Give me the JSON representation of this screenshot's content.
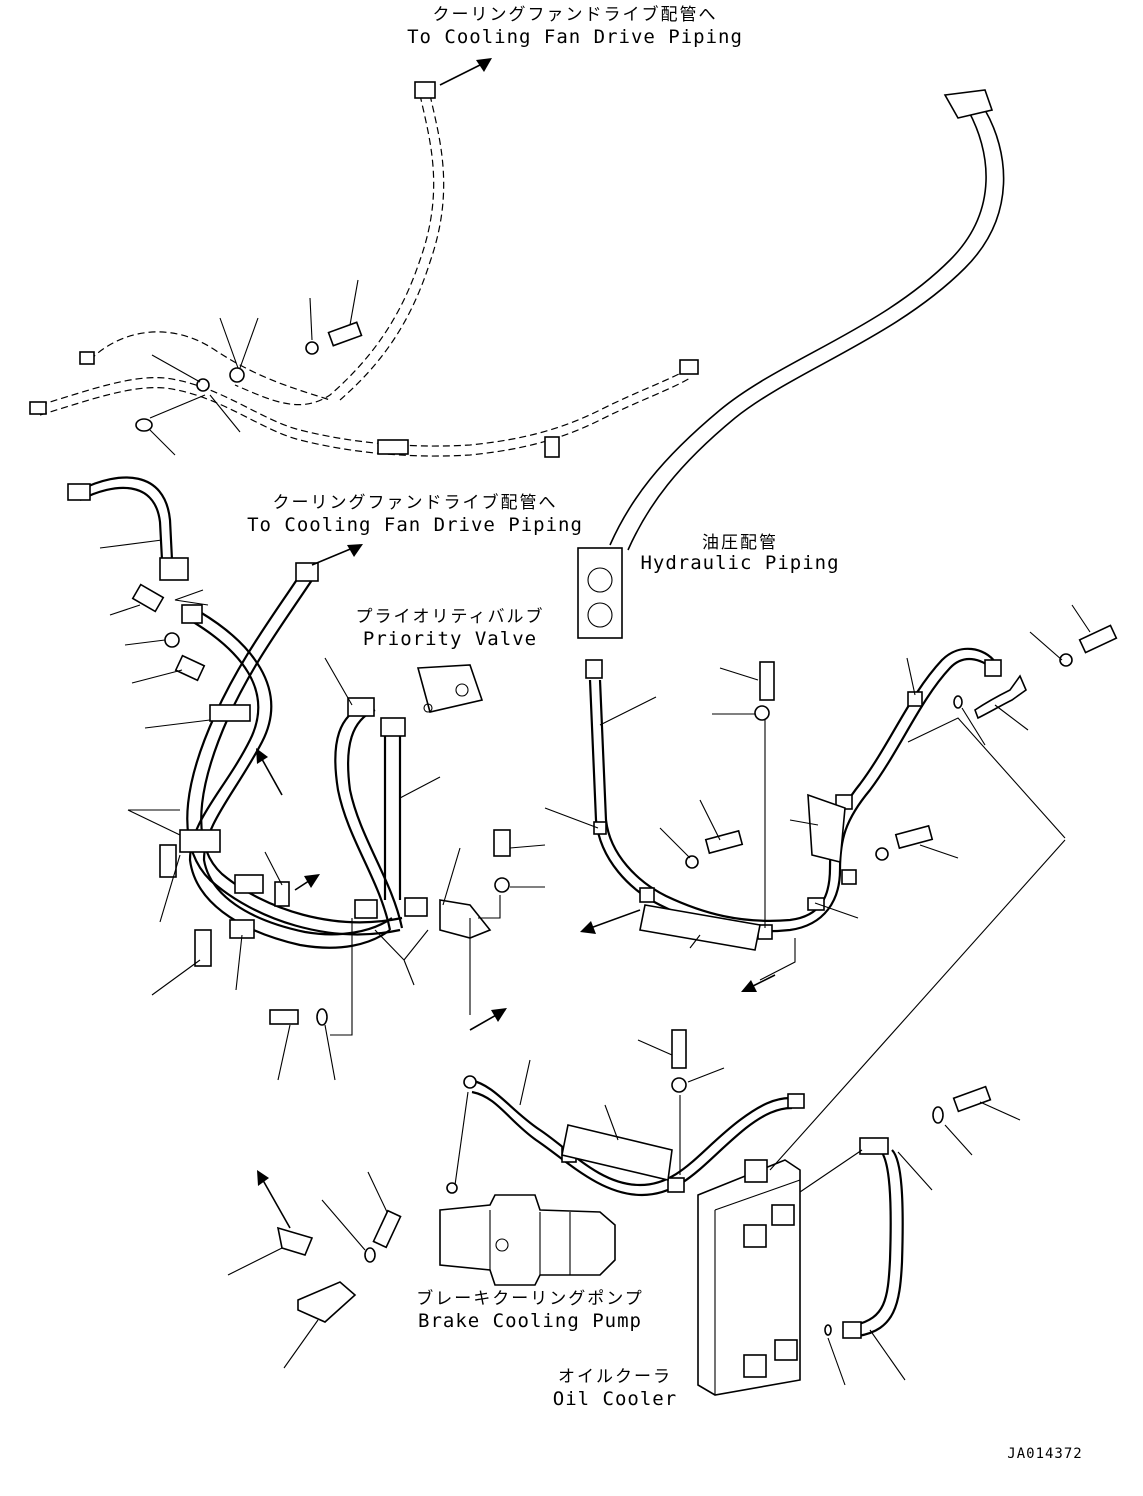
{
  "labels": {
    "top_fan_jp": "クーリングファンドライブ配管へ",
    "top_fan_en": "To Cooling Fan Drive Piping",
    "mid_fan_jp": "クーリングファンドライブ配管へ",
    "mid_fan_en": "To Cooling Fan Drive Piping",
    "hydraulic_jp": "油圧配管",
    "hydraulic_en": "Hydraulic Piping",
    "priority_jp": "プライオリティバルブ",
    "priority_en": "Priority Valve",
    "brake_jp": "ブレーキクーリングポンプ",
    "brake_en": "Brake Cooling Pump",
    "cooler_jp": "オイルクーラ",
    "cooler_en": "Oil Cooler",
    "drawing_code": "JA014372"
  }
}
